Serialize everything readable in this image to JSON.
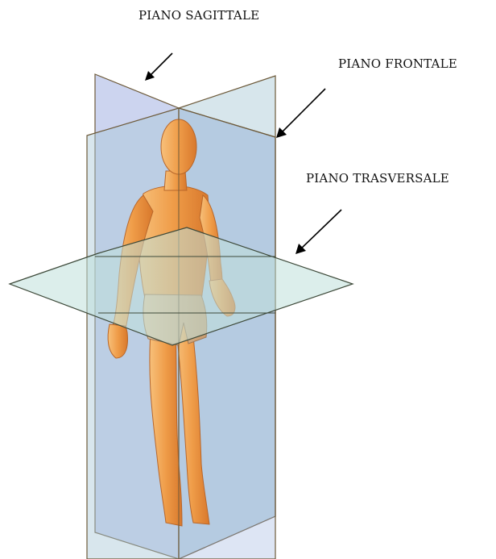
{
  "labels": {
    "sagittal": "PIANO SAGITTALE",
    "frontal": "PIANO FRONTALE",
    "transverse": "PIANO TRASVERSALE"
  },
  "colors": {
    "sagittal_plane": "#b6c2e8",
    "frontal_plane": "#a9c7d8",
    "transverse_plane": "#bfe0da",
    "plane_edge": "#6d5a3a",
    "skin_light": "#f6b46a",
    "skin_mid": "#ee9a45",
    "skin_dark": "#d9782a",
    "shorts": "#d8b48c",
    "arrow": "#000000"
  }
}
